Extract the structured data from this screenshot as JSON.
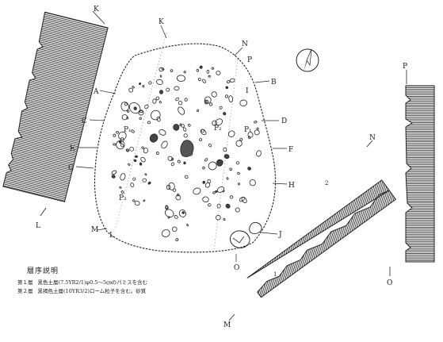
{
  "labels": {
    "A": "A",
    "B": "B",
    "C": "C",
    "D": "D",
    "E": "E",
    "F": "F",
    "G": "G",
    "H": "H",
    "I": "I",
    "J": "J",
    "K": "K",
    "L": "L",
    "M": "M",
    "N": "N",
    "O": "O",
    "P": "P"
  },
  "pit_labels": {
    "p1a": "P₁",
    "p2": "P₂",
    "p3": "P₃",
    "p1b": "P₁"
  },
  "section_labels": {
    "s1": "1",
    "s2": "2"
  },
  "north_arrow": {
    "icon": "north-arrow-icon"
  },
  "legend": {
    "title": "層序説明",
    "rows": [
      {
        "layer": "第１層",
        "desc": "黒色土層(7.5YR2/1)φ0.5～5㎝のパミスを含む"
      },
      {
        "layer": "第２層",
        "desc": "黒褐色土層(10YR3/2)ローム粒子を含む。砂質"
      }
    ]
  }
}
